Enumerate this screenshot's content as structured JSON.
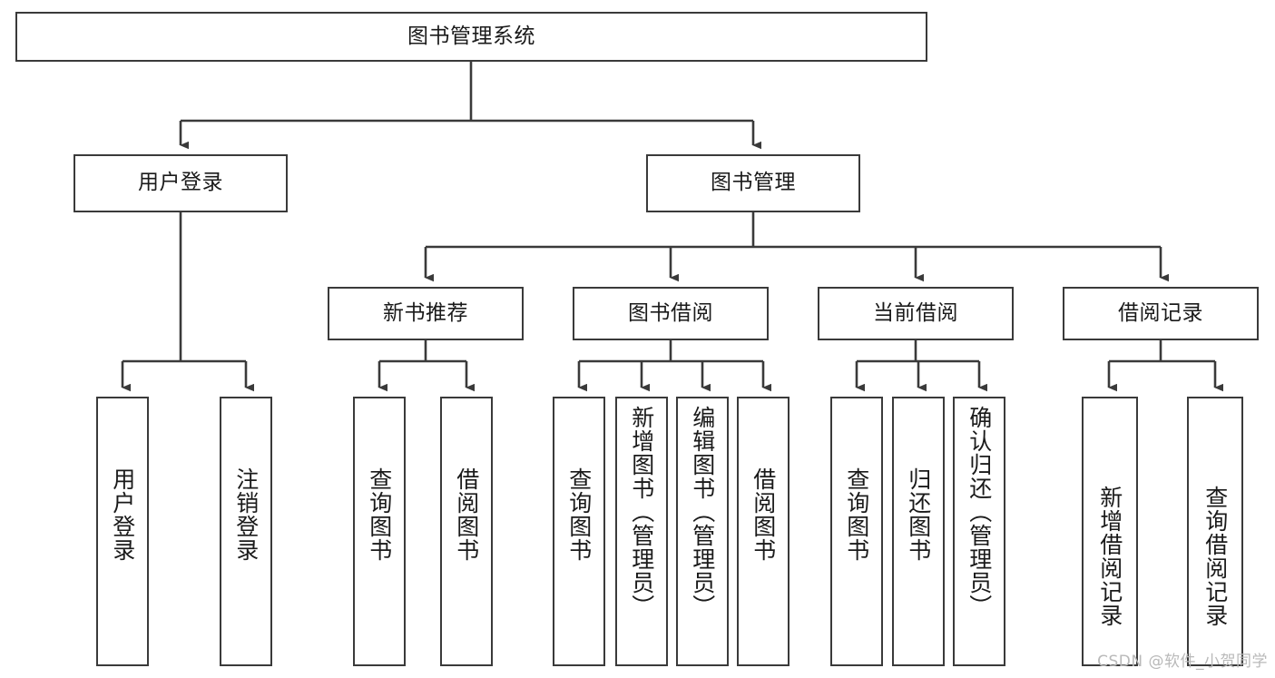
{
  "diagram": {
    "title": "图书管理系统",
    "watermark": "CSDN @软件_小贺同学",
    "stroke_color": "#3a3a3a",
    "text_color": "#1a1a1a",
    "background": "#ffffff",
    "nodes": {
      "root": "图书管理系统",
      "user_login": "用户登录",
      "book_manage": "图书管理",
      "new_book_rec": "新书推荐",
      "book_borrow": "图书借阅",
      "current_borrow": "当前借阅",
      "borrow_record": "借阅记录",
      "leaf_user_login": "用户登录",
      "leaf_logout": "注销登录",
      "leaf_query_book_1": "查询图书",
      "leaf_borrow_book_1": "借阅图书",
      "leaf_query_book_2": "查询图书",
      "leaf_add_book": "新增图书（管理员）",
      "leaf_edit_book": "编辑图书（管理员）",
      "leaf_borrow_book_2": "借阅图书",
      "leaf_query_book_3": "查询图书",
      "leaf_return_book": "归还图书",
      "leaf_confirm_return": "确认归还（管理员）",
      "leaf_add_record": "新增借阅记录",
      "leaf_query_record": "查询借阅记录"
    }
  }
}
